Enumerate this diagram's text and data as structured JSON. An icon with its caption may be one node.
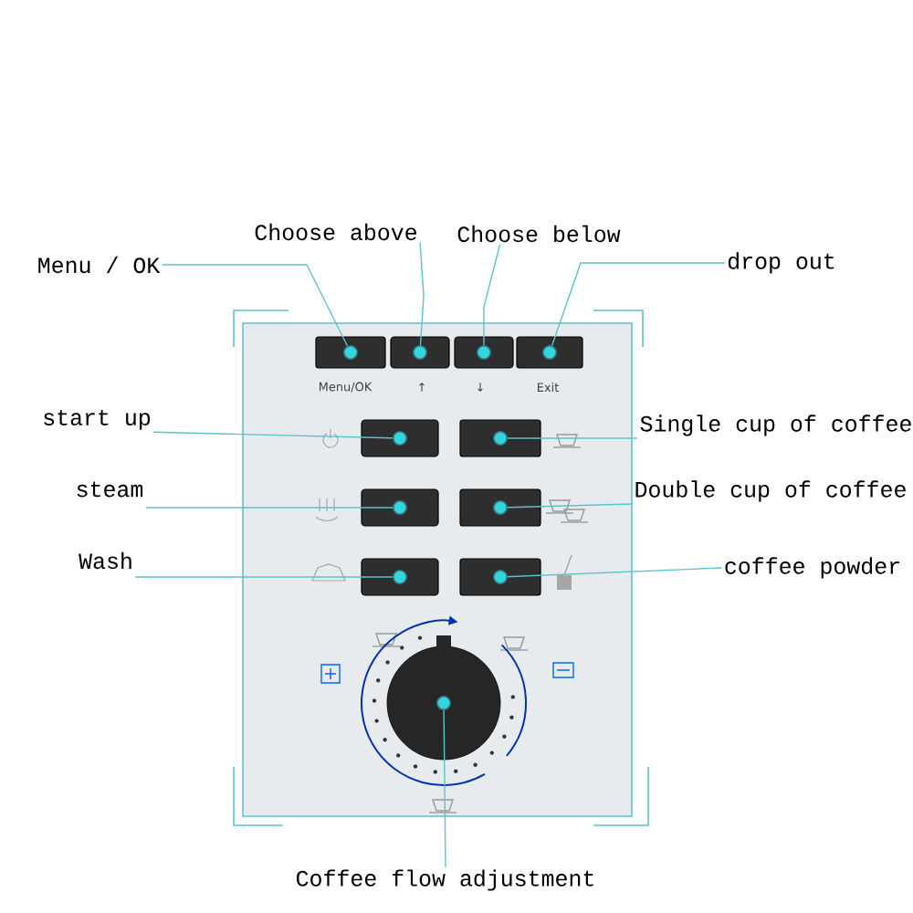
{
  "diagram": {
    "nodes": [
      {
        "text": [
          "Menu / OK"
        ]
      },
      {
        "text": [
          "Choose above"
        ]
      },
      {
        "text": [
          "Choose below"
        ]
      },
      {
        "text": [
          "drop out"
        ]
      },
      {
        "text": [
          "start up"
        ]
      },
      {
        "text": [
          "Single cup of coffee"
        ]
      },
      {
        "text": [
          "steam"
        ]
      },
      {
        "text": [
          "Double cup of coffee"
        ]
      },
      {
        "text": [
          "Wash"
        ]
      },
      {
        "text": [
          "coffee powder"
        ]
      },
      {
        "text": [
          "Coffee flow adjustment"
        ]
      },
      {
        "text": [],
        "shape": "box"
      },
      {
        "text": [],
        "shape": "box"
      },
      {
        "text": [],
        "shape": "box"
      },
      {
        "text": [],
        "shape": "box"
      },
      {
        "text": [],
        "shape": "box"
      },
      {
        "text": [],
        "shape": "box"
      },
      {
        "text": [],
        "shape": "box"
      },
      {
        "text": [],
        "shape": "box"
      },
      {
        "text": [],
        "shape": "box"
      },
      {
        "text": [],
        "shape": "box"
      },
      {
        "text": [],
        "shape": "circle"
      }
    ],
    "edges": [
      {
        "from": 0,
        "to": 11,
        "arrow": "other"
      },
      {
        "from": 1,
        "to": 12,
        "arrow": "other"
      },
      {
        "from": 2,
        "to": 13,
        "arrow": "other"
      },
      {
        "from": 3,
        "to": 14,
        "arrow": "other"
      },
      {
        "from": 4,
        "to": 15,
        "arrow": "other"
      },
      {
        "from": 5,
        "to": 16,
        "arrow": "other"
      },
      {
        "from": 6,
        "to": 17,
        "arrow": "other"
      },
      {
        "from": 7,
        "to": 18,
        "arrow": "other"
      },
      {
        "from": 8,
        "to": 19,
        "arrow": "other"
      },
      {
        "from": 9,
        "to": 20,
        "arrow": "other"
      },
      {
        "from": 10,
        "to": 21,
        "arrow": "other"
      }
    ],
    "labels": [
      "Menu/OK",
      "↑",
      "↓",
      "Exit"
    ]
  }
}
